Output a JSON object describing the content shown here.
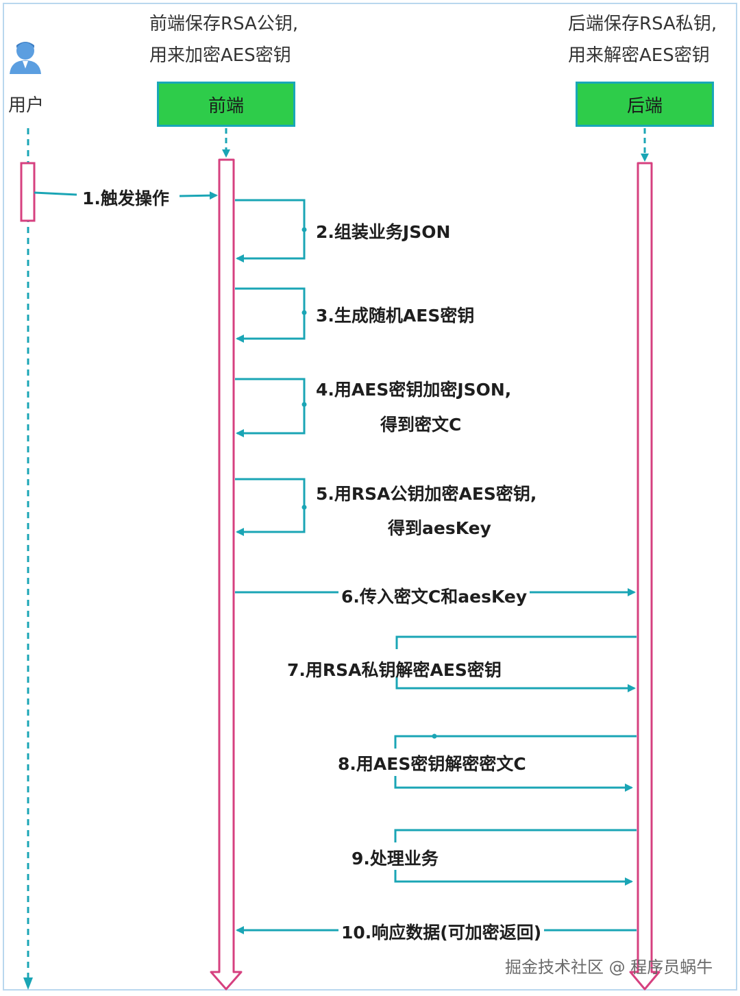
{
  "actors": {
    "user": {
      "label": "用户",
      "icon": "user-icon"
    },
    "frontend": {
      "label": "前端",
      "note_line1": "前端保存RSA公钥,",
      "note_line2": "用来加密AES密钥"
    },
    "backend": {
      "label": "后端",
      "note_line1": "后端保存RSA私钥,",
      "note_line2": "用来解密AES密钥"
    }
  },
  "steps": [
    {
      "label": "1.触发操作"
    },
    {
      "label": "2.组装业务JSON"
    },
    {
      "label": "3.生成随机AES密钥"
    },
    {
      "line1": "4.用AES密钥加密JSON,",
      "line2": "得到密文C"
    },
    {
      "line1": "5.用RSA公钥加密AES密钥,",
      "line2": "得到aesKey"
    },
    {
      "label": "6.传入密文C和aesKey"
    },
    {
      "label": "7.用RSA私钥解密AES密钥"
    },
    {
      "label": "8.用AES密钥解密密文C"
    },
    {
      "label": "9.处理业务"
    },
    {
      "label": "10.响应数据(可加密返回)"
    }
  ],
  "watermark": "掘金技术社区 @ 程序员蜗牛",
  "colors": {
    "arrow": "#1aa5b5",
    "activation": "#d6407f",
    "actor_box": "#2ecc4a",
    "actor_border": "#18a7b8"
  }
}
